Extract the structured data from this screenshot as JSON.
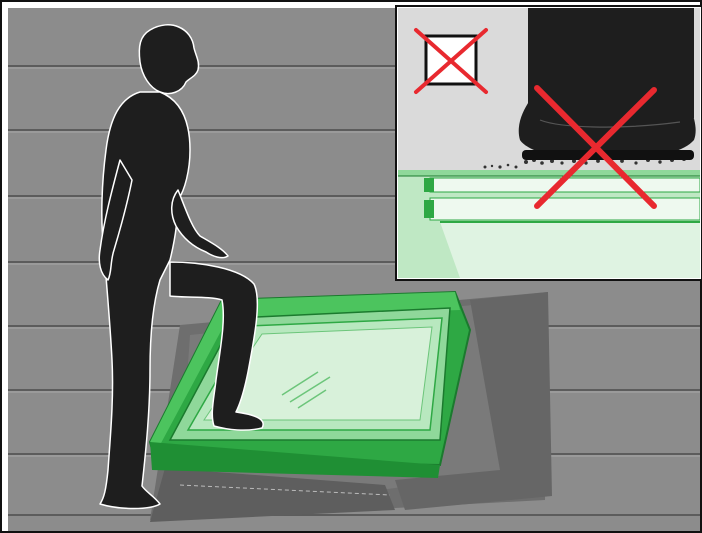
{
  "illustration": {
    "subject": "warning-do-not-step-on-skylight-window",
    "main_scene": {
      "figure": "person-silhouette",
      "object": "roof-window-frame",
      "action": "stepping-onto-window"
    },
    "inset": {
      "figure": "boot-on-window-frame",
      "marks": [
        "prohibited-cross-large",
        "prohibited-box-small"
      ]
    },
    "colors": {
      "roof": "#8c8c8c",
      "roof_dark": "#6e6e6e",
      "silhouette": "#1e1e1e",
      "window_green": "#34b34a",
      "window_light": "#bfe8c4",
      "glass": "#d8f1da",
      "prohibit_red": "#e8292f",
      "inset_bg": "#dadada"
    }
  }
}
